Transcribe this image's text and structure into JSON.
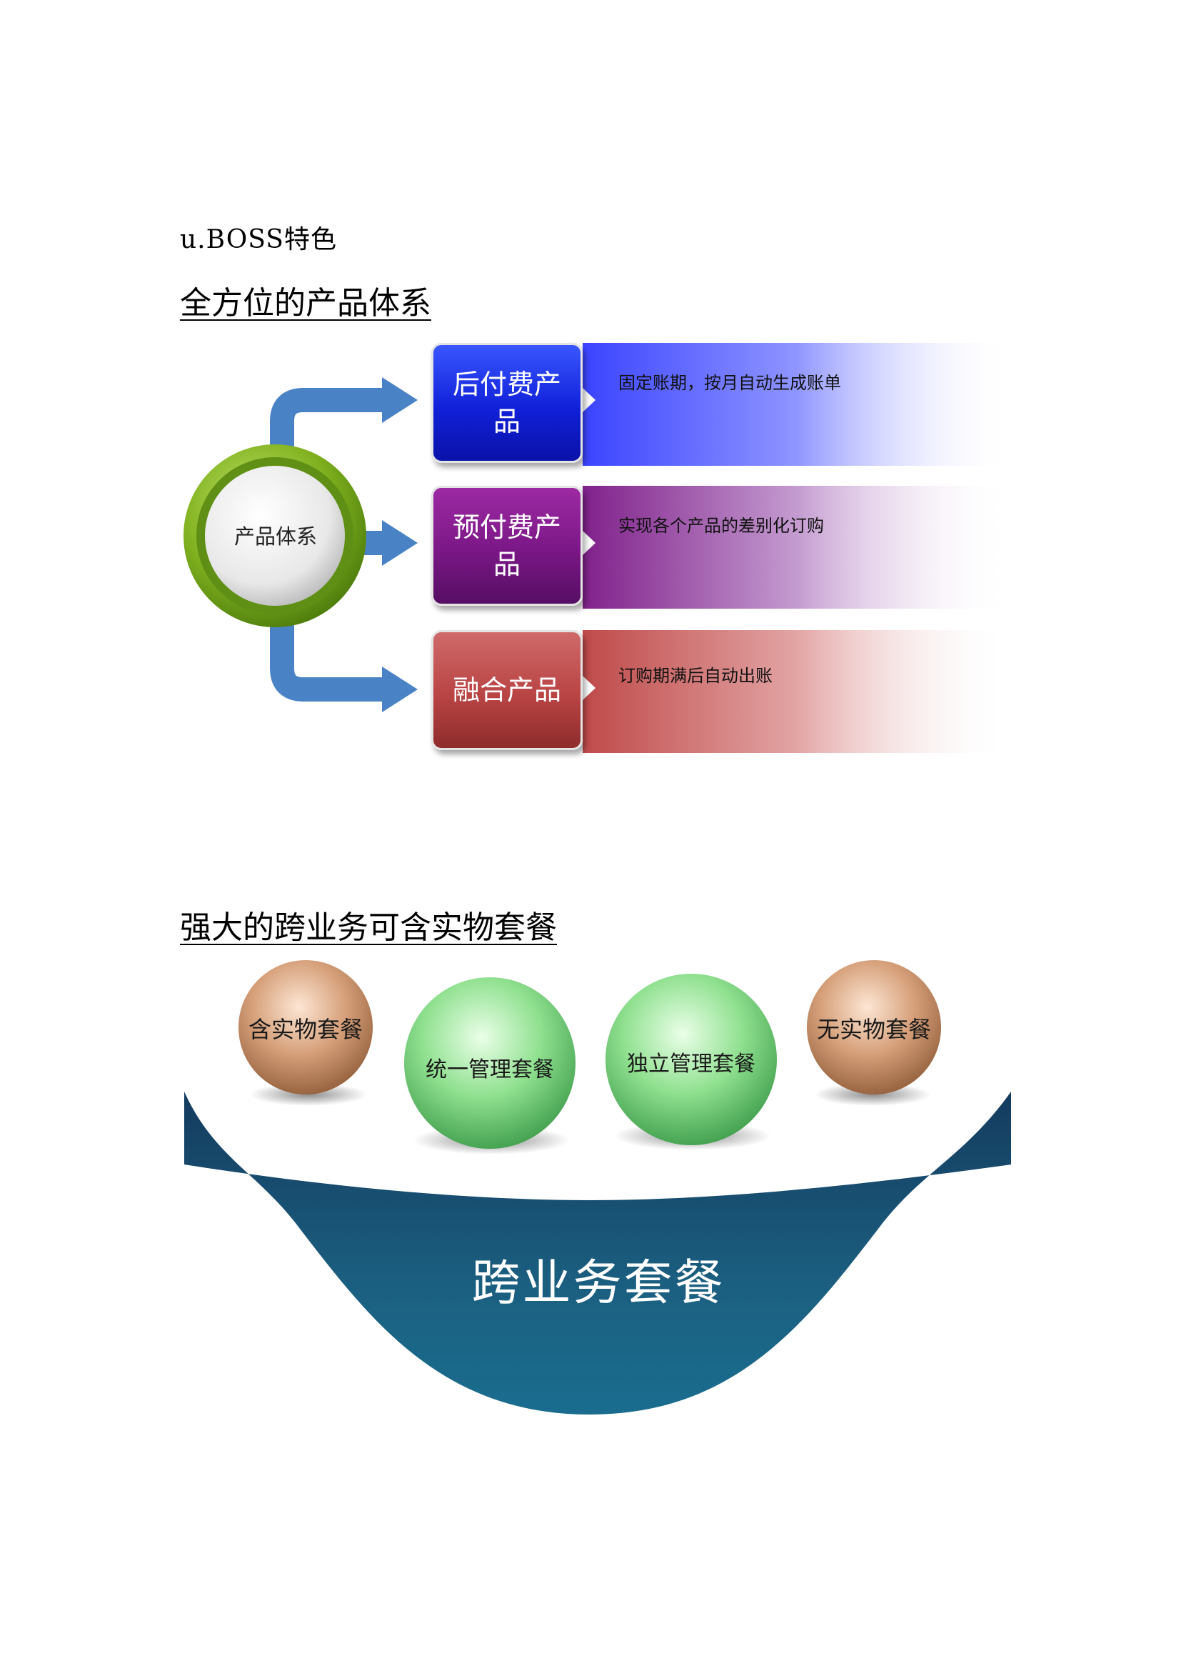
{
  "header": {
    "subtitle": "u.BOSS特色"
  },
  "product_section": {
    "title": "全方位的产品体系",
    "center_label": "产品体系",
    "items": [
      {
        "label": "后付费产品",
        "desc": "固定账期，按月自动生成账单",
        "color": "#1a2ee6"
      },
      {
        "label": "预付费产品",
        "desc": "实现各个产品的差别化订购",
        "color": "#7a1786"
      },
      {
        "label": "融合产品",
        "desc": "订购期满后自动出账",
        "color": "#b94444"
      }
    ]
  },
  "bundle_section": {
    "title": "强大的跨业务可含实物套餐",
    "main_label": "跨业务套餐",
    "spheres": [
      {
        "label": "含实物套餐",
        "color": "#c9906a"
      },
      {
        "label": "统一管理套餐",
        "color": "#6fcf7a"
      },
      {
        "label": "独立管理套餐",
        "color": "#6fcf7a"
      },
      {
        "label": "无实物套餐",
        "color": "#c9906a"
      }
    ]
  }
}
